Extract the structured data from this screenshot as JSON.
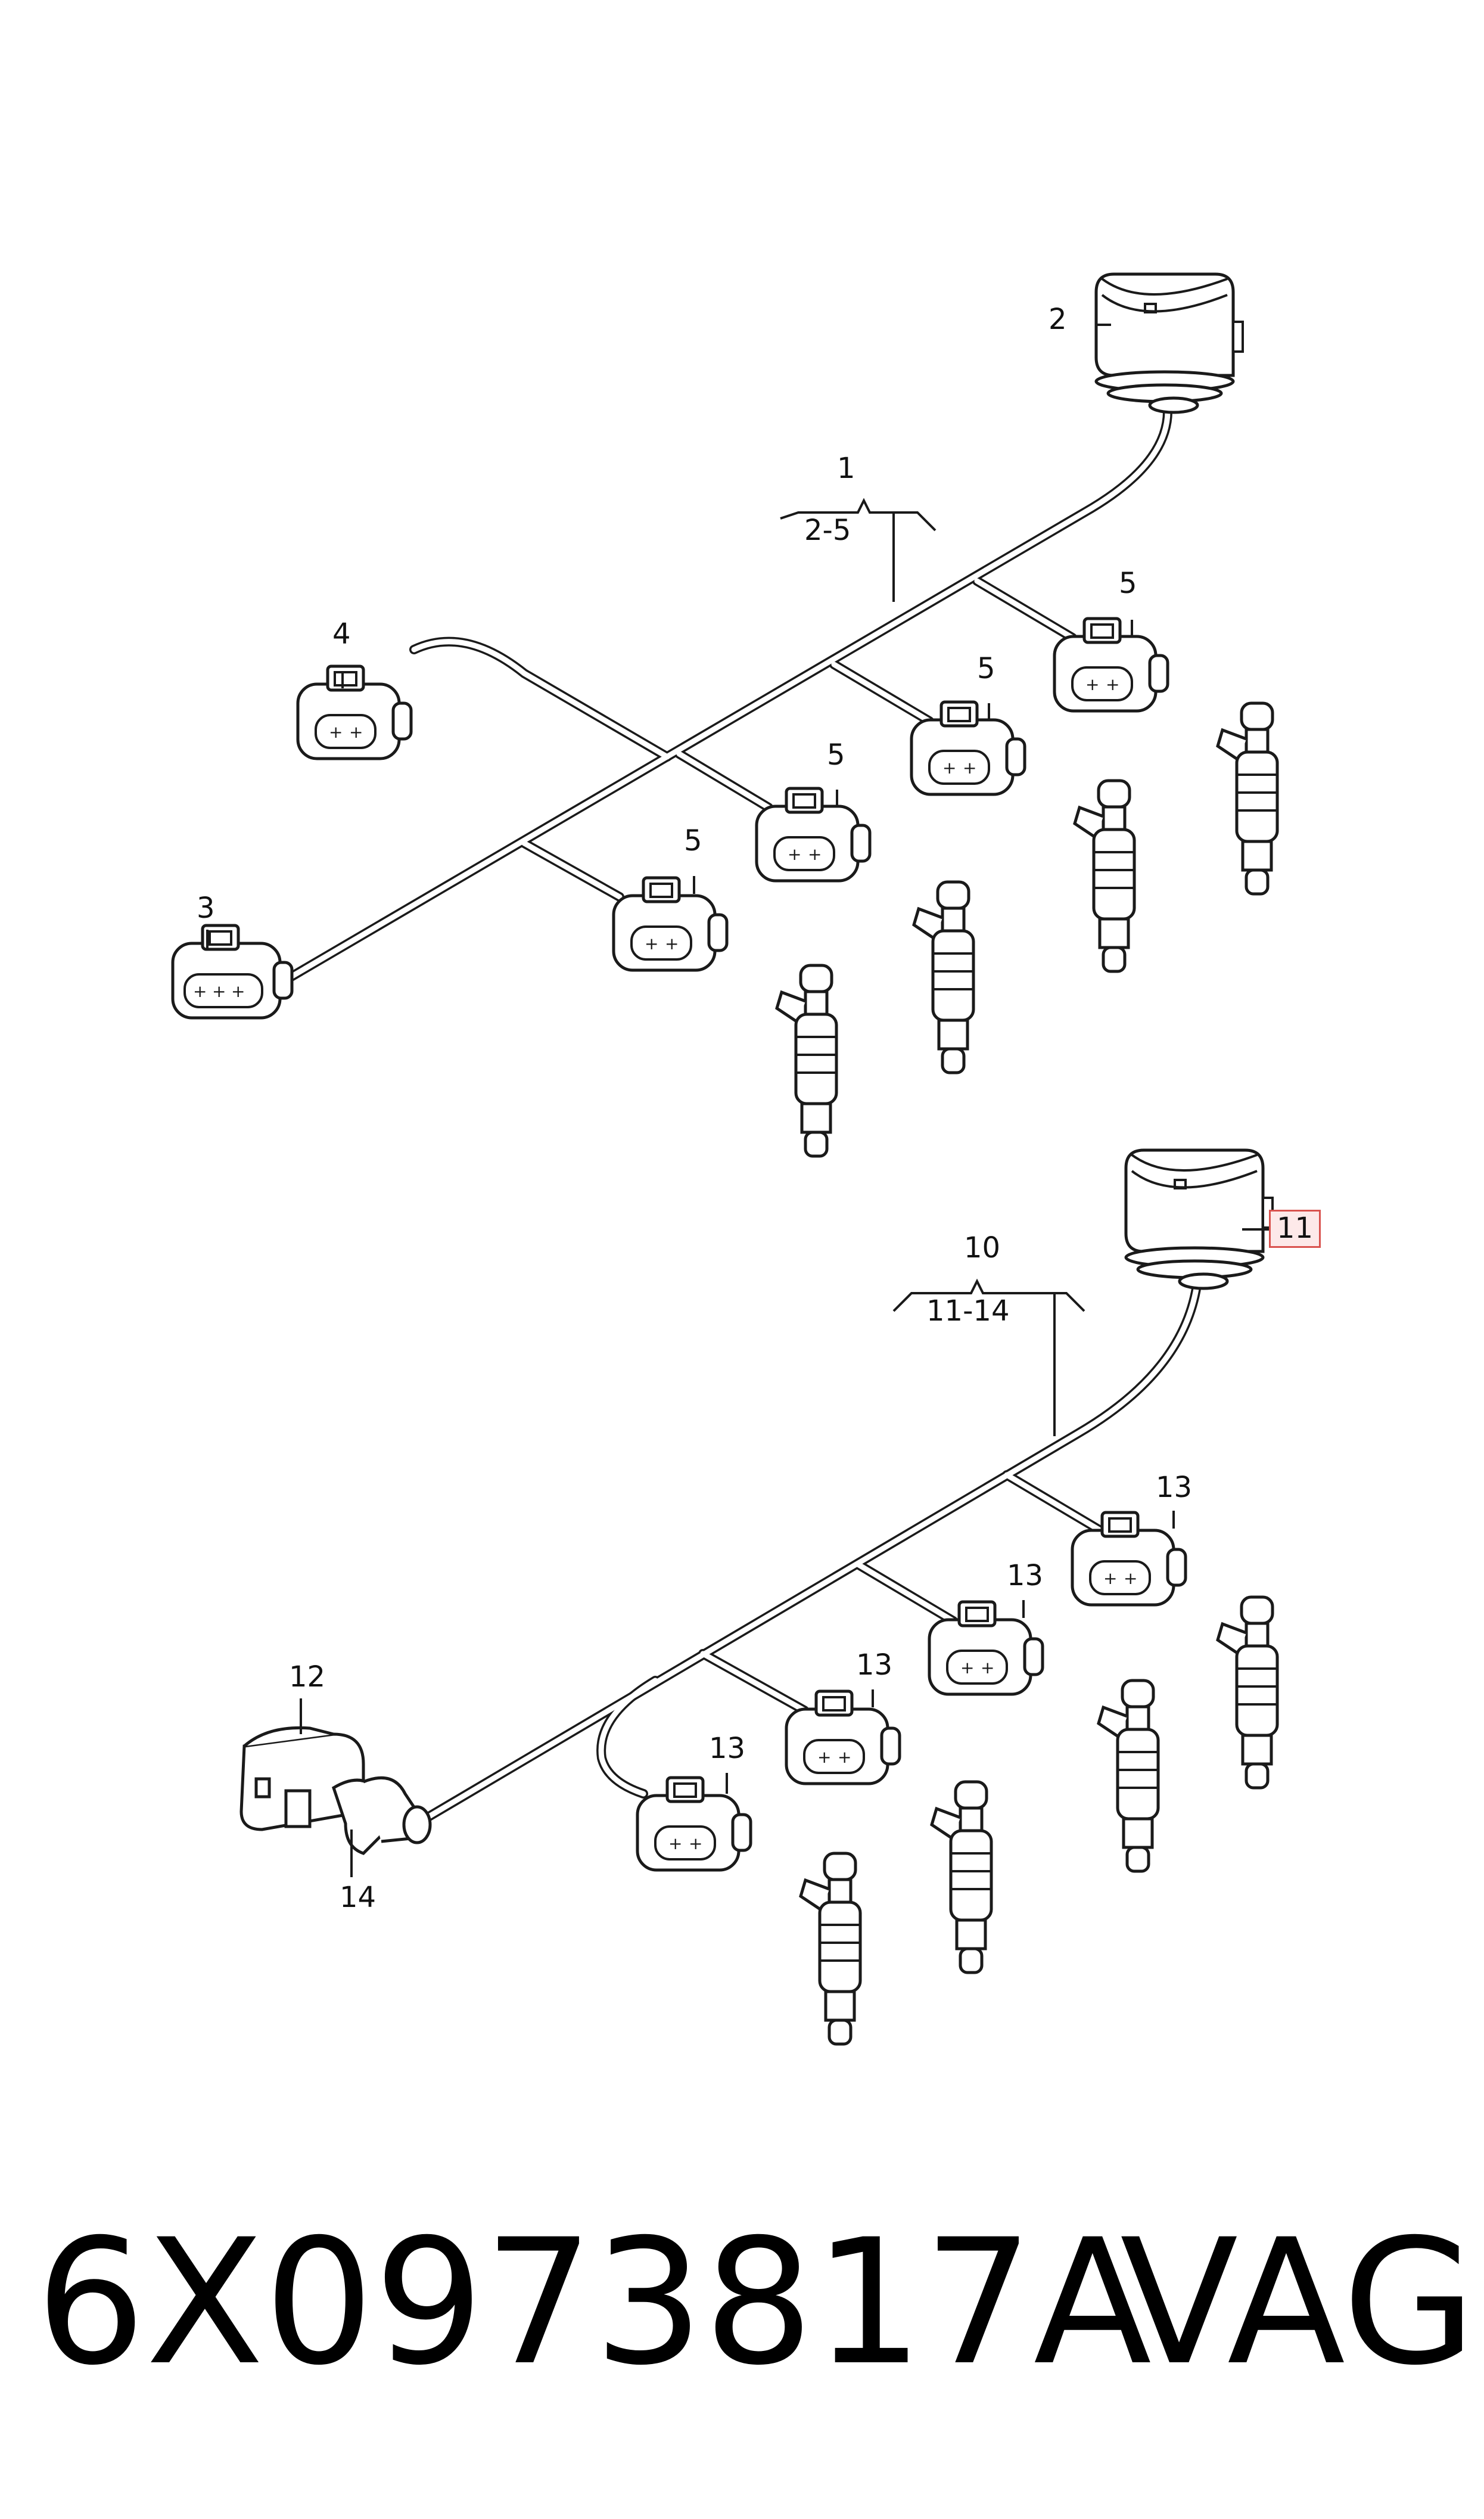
{
  "diagram": {
    "labels": {
      "l1": "1",
      "l1_range": "2-5",
      "l2": "2",
      "l3": "3",
      "l4": "4",
      "l5a": "5",
      "l5b": "5",
      "l5c": "5",
      "l5d": "5",
      "l10": "10",
      "l10_range": "11-14",
      "l11": "11",
      "l12": "12",
      "l13a": "13",
      "l13b": "13",
      "l13c": "13",
      "l13d": "13",
      "l14": "14"
    }
  },
  "footer": {
    "part_number": "6X0973817A",
    "brand": "VAG"
  },
  "colors": {
    "line": "#1a1a1a",
    "highlight_border": "#d9534f",
    "highlight_fill": "#fde9e9"
  }
}
